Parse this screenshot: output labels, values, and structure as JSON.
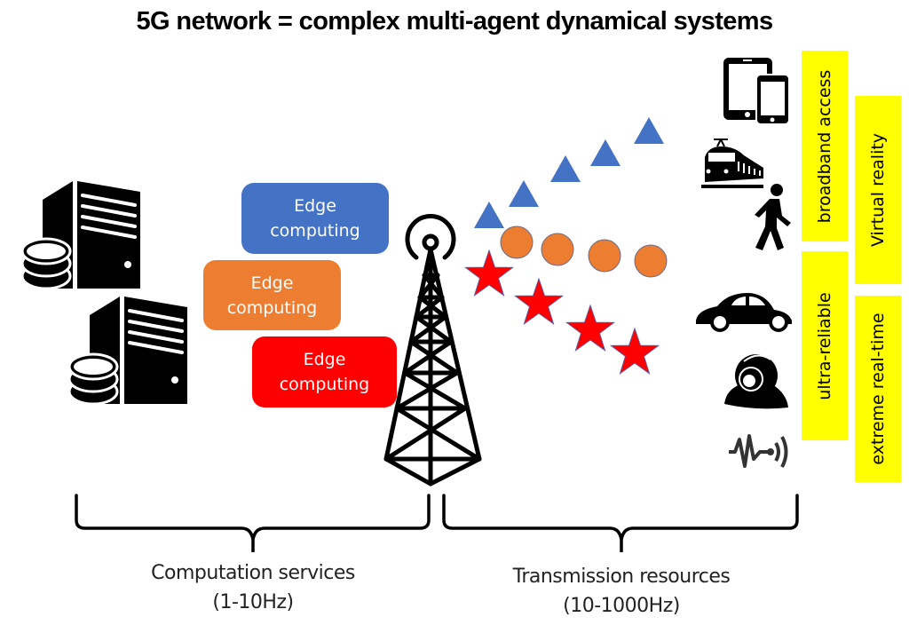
{
  "title": "5G network = complex multi-agent dynamical systems",
  "edge_boxes": [
    {
      "line1": "Edge",
      "line2": "computing",
      "color": "#4472c4"
    },
    {
      "line1": "Edge",
      "line2": "computing",
      "color": "#ed7d31"
    },
    {
      "line1": "Edge",
      "line2": "computing",
      "color": "#ff0000"
    }
  ],
  "icons": {
    "servers": [
      "server-with-database-icon",
      "server-with-database-icon"
    ],
    "tower": "cell-tower-icon",
    "devices": [
      "tablet-phone-icon",
      "train-icon",
      "pedestrian-icon",
      "car-icon",
      "webcam-icon",
      "sensor-signal-icon"
    ]
  },
  "signal_groups": [
    {
      "shape": "triangle",
      "count": 5,
      "color": "#4472c4"
    },
    {
      "shape": "circle",
      "count": 4,
      "color": "#ed7d31"
    },
    {
      "shape": "star",
      "count": 4,
      "color": "#ff0000"
    }
  ],
  "service_tags": [
    {
      "text": "broadband access",
      "color": "#ffff00"
    },
    {
      "text": "ultra-reliable",
      "color": "#ffff00"
    },
    {
      "text": "Virtual reality",
      "color": "#ffff00"
    },
    {
      "text": "extreme real-time",
      "color": "#ffff00"
    }
  ],
  "bottom_labels": {
    "computation": {
      "line1": "Computation services",
      "line2": "(1-10Hz)"
    },
    "transmission": {
      "line1": "Transmission resources",
      "line2": "(10-1000Hz)"
    }
  }
}
